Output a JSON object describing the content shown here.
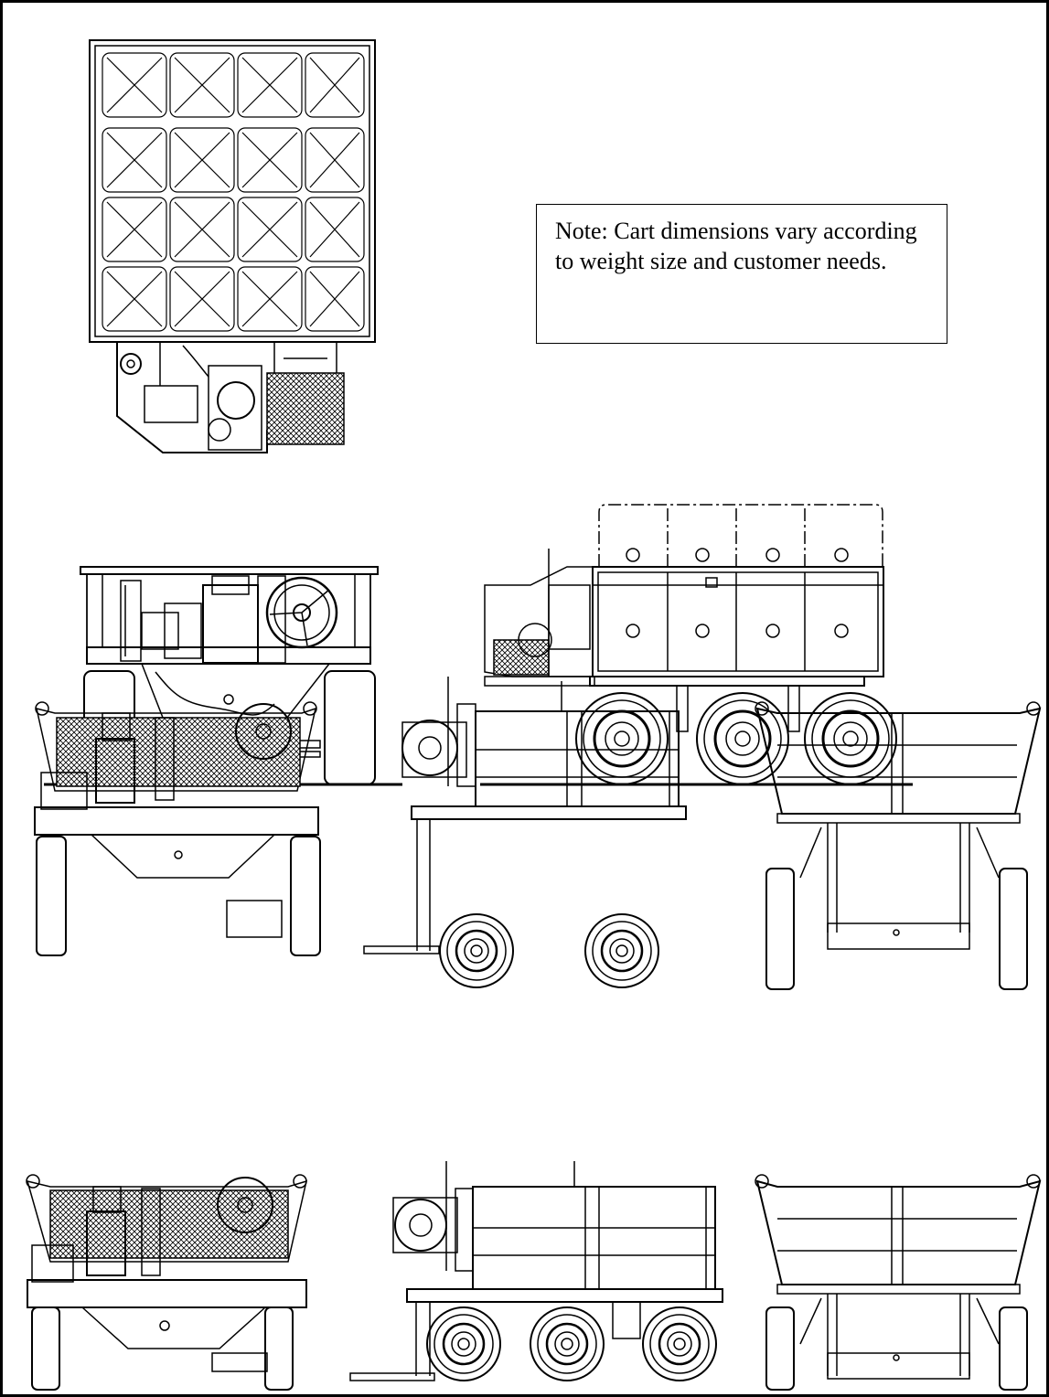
{
  "note": {
    "text": "Note: Cart dimensions vary according to weight size and customer needs."
  },
  "colors": {
    "line": "#000000",
    "background": "#ffffff"
  },
  "views": [
    "top-view-loaded-cart",
    "rear-elevation-cart",
    "side-elevation-tandem-cart-loaded",
    "front-elevation-single-axle",
    "side-elevation-single-axle",
    "rear-elevation-single-axle",
    "front-elevation-tandem-axle",
    "side-elevation-tandem-axle",
    "rear-elevation-tandem-axle"
  ]
}
